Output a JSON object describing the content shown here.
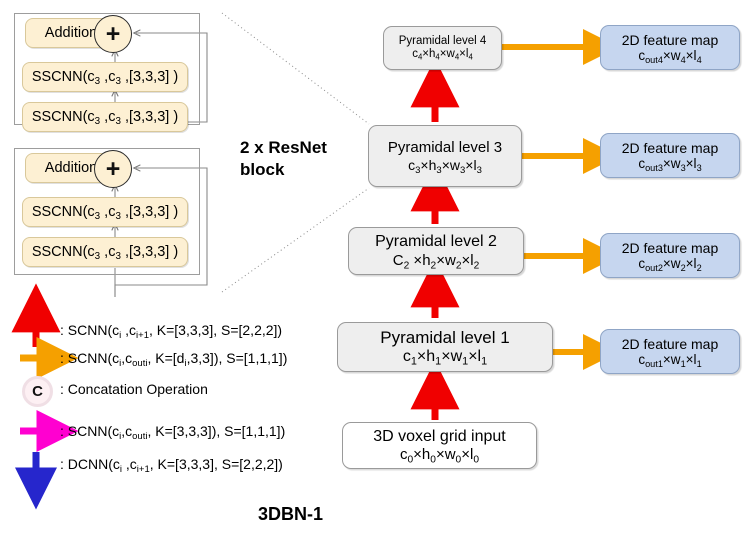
{
  "title": "3DBN-1",
  "resnet_block": {
    "label_line1": "2 x ResNet",
    "label_line2": "block",
    "units": [
      {
        "addition": "Addition",
        "plus_glyph": "+",
        "conv1": "SSCNN(c3 ,c3 ,[3,3,3] )",
        "conv2": "SSCNN(c3 ,c3 ,[3,3,3] )"
      },
      {
        "addition": "Addition",
        "plus_glyph": "+",
        "conv1": "SSCNN(c3 ,c3 ,[3,3,3] )",
        "conv2": "SSCNN(c3 ,c3 ,[3,3,3] )"
      }
    ]
  },
  "pyramid": {
    "input": {
      "line1": "3D voxel grid input",
      "line2": "c0×h0×w0×l0"
    },
    "levels": [
      {
        "line1": "Pyramidal level 1",
        "line2": "c1×h1×w1×l1"
      },
      {
        "line1": "Pyramidal level 2",
        "line2": "C2 ×h2×w2×l2"
      },
      {
        "line1": "Pyramidal  level 3",
        "line2": "c3×h3×w3×l3"
      },
      {
        "line1": "Pyramidal level 4",
        "line2": "c4×h4×w4×l4"
      }
    ]
  },
  "feature_maps": [
    {
      "line1": "2D feature map",
      "line2": "cout1×w1×l1"
    },
    {
      "line1": "2D feature map",
      "line2": "cout2×w2×l2"
    },
    {
      "line1": "2D feature map",
      "line2": "cout3×w3×l3"
    },
    {
      "line1": "2D feature map",
      "line2": "cout4×w4×l4"
    }
  ],
  "legend": {
    "rows": [
      {
        "icon": "red-up-arrow-icon",
        "color": "#f00000",
        "text": ": SCNN(ci ,ci+1, K=[3,3,3], S=[2,2,2])"
      },
      {
        "icon": "orange-right-arrow-icon",
        "color": "#f5a000",
        "text": ": SCNN(ci,couti, K=[di,3,3]), S=[1,1,1])"
      },
      {
        "icon": "concat-circle-icon",
        "color": "#f0dfe5",
        "text": ": Concatation Operation",
        "glyph": "C"
      },
      {
        "icon": "magenta-right-arrow-icon",
        "color": "#ff00d0",
        "text": ": SCNN(ci,couti, K=[3,3,3]), S=[1,1,1])"
      },
      {
        "icon": "blue-down-arrow-icon",
        "color": "#2626cc",
        "text": ": DCNN(ci ,ci+1, K=[3,3,3], S=[2,2,2])"
      }
    ]
  },
  "colors": {
    "red_arrow": "#f00000",
    "orange_arrow": "#f5a000",
    "magenta_arrow": "#ff00d0",
    "blue_arrow": "#2626cc",
    "yellow_box": "#fdf0d3",
    "gray_box": "#eeeeee",
    "blue_box": "#c6d6ef"
  }
}
